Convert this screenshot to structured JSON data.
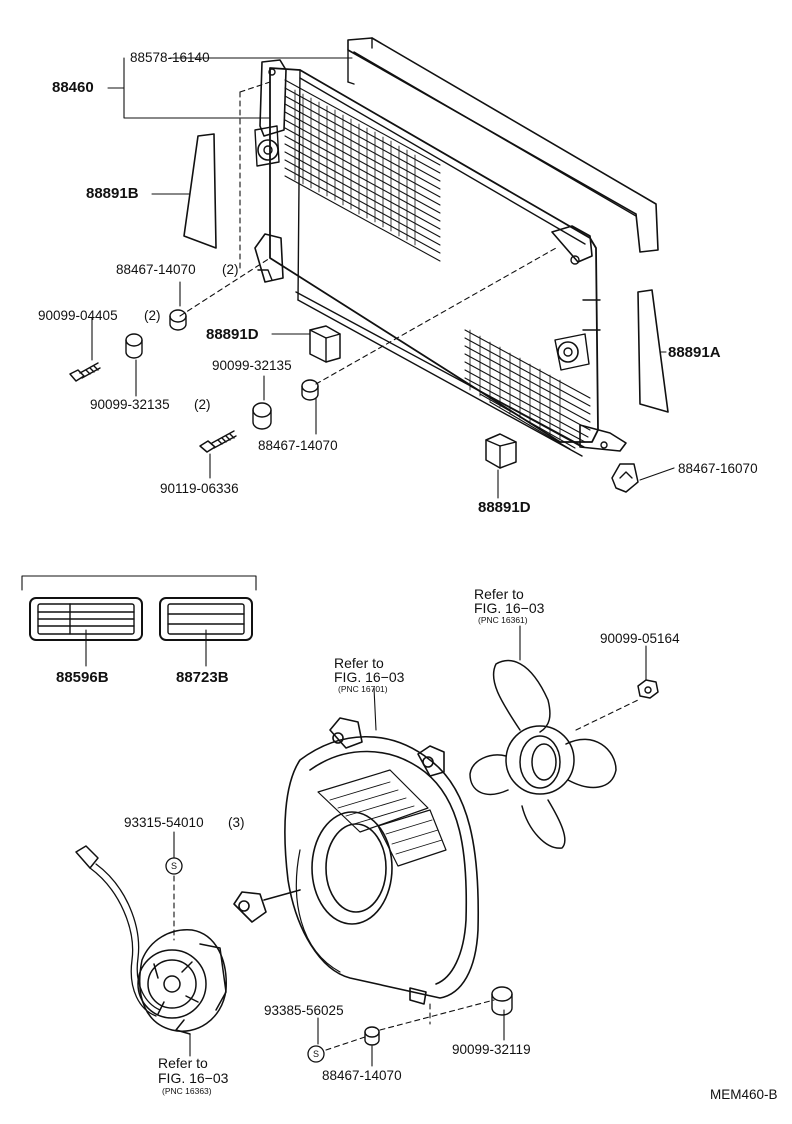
{
  "labels": {
    "p88460": "88460",
    "p88578": "88578-16140",
    "p88891B": "88891B",
    "p88467_2": "88467-14070",
    "p88467_2q": "(2)",
    "p90099_04405": "90099-04405",
    "p90099_04405q": "(2)",
    "p88891D_top": "88891D",
    "p90099_32135": "90099-32135",
    "p90099_32135_2": "90099-32135",
    "p90099_32135_2q": "(2)",
    "p88467_14070_mid": "88467-14070",
    "p90119": "90119-06336",
    "p88891A": "88891A",
    "p88467_16070": "88467-16070",
    "p88891D_bottom": "88891D",
    "p88596B": "88596B",
    "p88723B": "88723B",
    "ref1_line1": "Refer to",
    "ref1_line2": "FIG. 16−03",
    "ref1_pnc": "(PNC 16361)",
    "p90099_05164": "90099-05164",
    "ref2_line1": "Refer to",
    "ref2_line2": "FIG. 16−03",
    "ref2_pnc": "(PNC 16701)",
    "p93315": "93315-54010",
    "p93315q": "(3)",
    "p93385": "93385-56025",
    "p90099_32119": "90099-32119",
    "p88467_14070_bot": "88467-14070",
    "ref3_line1": "Refer to",
    "ref3_line2": "FIG. 16−03",
    "ref3_pnc": "(PNC 16363)",
    "s_mark": "S",
    "s_mark2": "S",
    "footer_code": "MEM460-B"
  },
  "icons": [
    "condenser",
    "seal-strip",
    "bracket-wedge",
    "bushing",
    "bolt",
    "cushion-block",
    "clip",
    "label-plate",
    "fan-blade",
    "fan-shroud",
    "fan-motor",
    "nut"
  ]
}
